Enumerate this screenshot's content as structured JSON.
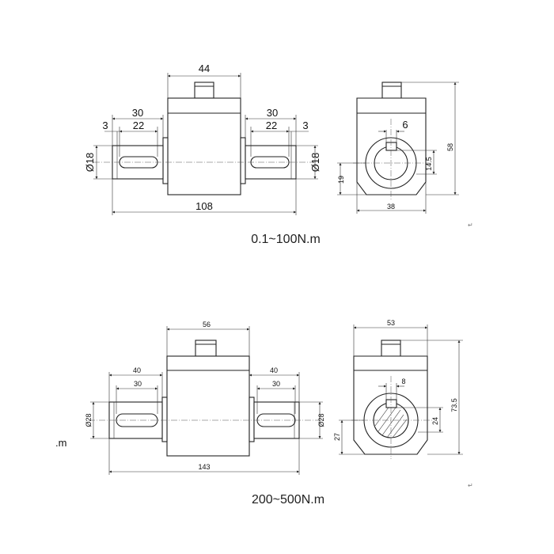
{
  "top_drawing": {
    "caption": "0.1~100N.m",
    "side_view": {
      "body_width": "44",
      "left_shaft_length": "30",
      "left_key_length": "22",
      "left_shoulder": "3",
      "right_shaft_length": "30",
      "right_key_length": "22",
      "right_shoulder": "3",
      "left_diameter": "Ø18",
      "right_diameter": "Ø18",
      "overall_length": "108"
    },
    "end_view": {
      "key_width": "6",
      "height": "58",
      "center_height": "19",
      "key_depth": "14.5",
      "width": "38"
    }
  },
  "bottom_drawing": {
    "caption": "200~500N.m",
    "side_label": ".m",
    "side_view": {
      "body_width": "56",
      "left_shaft_length": "40",
      "left_key_length": "30",
      "right_shaft_length": "40",
      "right_key_length": "30",
      "left_diameter": "Ø28",
      "right_diameter": "Ø28",
      "overall_length": "143"
    },
    "end_view": {
      "width": "53",
      "key_width": "8",
      "height": "73.5",
      "center_height": "27",
      "key_depth": "24"
    }
  },
  "marks": {
    "return_mark": "↵"
  }
}
